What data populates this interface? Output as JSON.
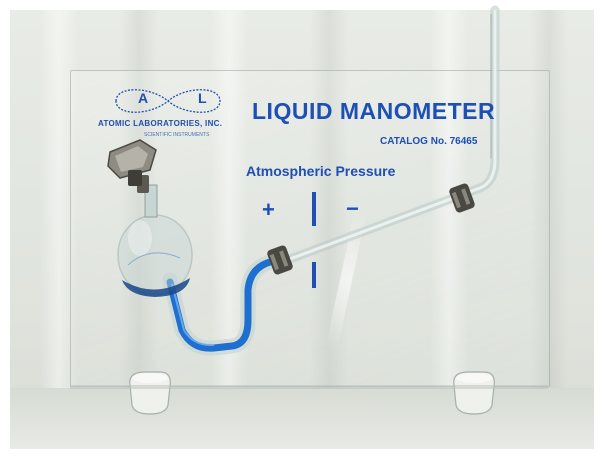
{
  "logo": {
    "letter_a": "A",
    "letter_l": "L",
    "company": "ATOMIC LABORATORIES, INC.",
    "tagline": "SCIENTIFIC INSTRUMENTS"
  },
  "plate": {
    "title": "LIQUID MANOMETER",
    "catalog": "CATALOG No. 76465",
    "pressure_label": "Atmospheric Pressure",
    "plus_sign": "+",
    "minus_sign": "−"
  },
  "colors": {
    "ink_blue": "#1d4fb5",
    "liquid_blue": "#1e6fcf",
    "background": "#e3e7e0"
  }
}
